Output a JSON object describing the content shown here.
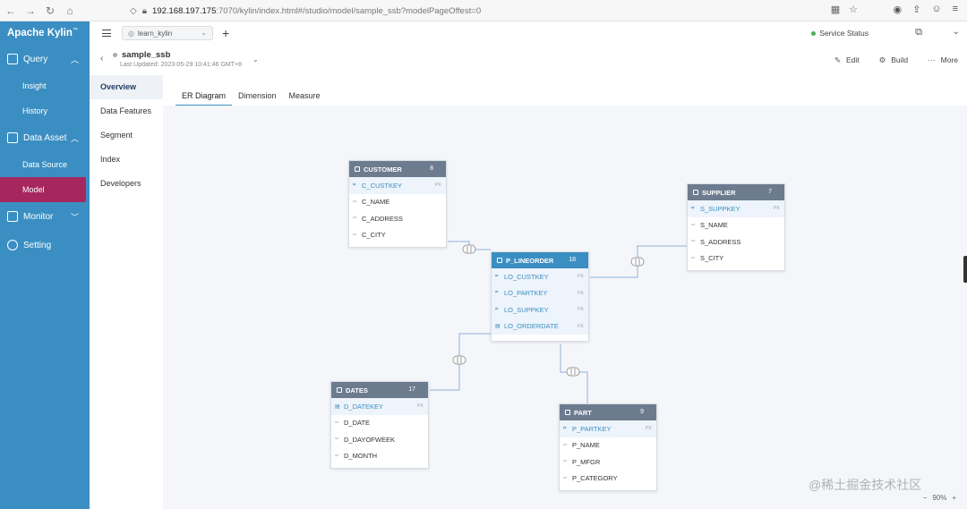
{
  "browser": {
    "url_host": "192.168.197.175",
    "url_path": ":7070/kylin/index.html#/studio/model/sample_ssb?modelPageOffest=0"
  },
  "sidebar": {
    "logo": "Apache Kylin",
    "logo_mark": "™",
    "groups": [
      {
        "label": "Query",
        "icon": "query-icon",
        "items": [
          "Insight",
          "History"
        ]
      },
      {
        "label": "Data Asset",
        "icon": "data-asset-icon",
        "items": [
          "Data Source",
          "Model"
        ]
      },
      {
        "label": "Monitor",
        "icon": "monitor-icon",
        "items": []
      },
      {
        "label": "Setting",
        "icon": "gear-icon",
        "items": []
      }
    ],
    "active_item": "Model"
  },
  "header": {
    "project": "learn_kylin",
    "service_status": "Service Status",
    "status_color": "#4cb050"
  },
  "model": {
    "name": "sample_ssb",
    "last_updated": "Last Updated: 2023-05-29 10:41:46 GMT+8",
    "actions": {
      "edit": "Edit",
      "build": "Build",
      "more": "More"
    }
  },
  "subnav": [
    "Overview",
    "Data Features",
    "Segment",
    "Index",
    "Developers"
  ],
  "tabs": [
    "ER Diagram",
    "Dimension",
    "Measure"
  ],
  "tables": {
    "customer": {
      "name": "CUSTOMER",
      "count": "8",
      "rows": [
        {
          "col": "C_CUSTKEY",
          "tag": "PK",
          "key": true
        },
        {
          "col": "C_NAME"
        },
        {
          "col": "C_ADDRESS"
        },
        {
          "col": "C_CITY"
        }
      ]
    },
    "supplier": {
      "name": "SUPPLIER",
      "count": "7",
      "rows": [
        {
          "col": "S_SUPPKEY",
          "tag": "PK",
          "key": true
        },
        {
          "col": "S_NAME"
        },
        {
          "col": "S_ADDRESS"
        },
        {
          "col": "S_CITY"
        }
      ]
    },
    "lineorder": {
      "name": "P_LINEORDER",
      "count": "18",
      "rows": [
        {
          "col": "LO_CUSTKEY",
          "tag": "FK",
          "key": true
        },
        {
          "col": "LO_PARTKEY",
          "tag": "FK",
          "key": true
        },
        {
          "col": "LO_SUPPKEY",
          "tag": "FK",
          "key": true
        },
        {
          "col": "LO_ORDERDATE",
          "tag": "FK",
          "key": true
        }
      ]
    },
    "dates": {
      "name": "DATES",
      "count": "17",
      "rows": [
        {
          "col": "D_DATEKEY",
          "tag": "PK",
          "key": true
        },
        {
          "col": "D_DATE"
        },
        {
          "col": "D_DAYOFWEEK"
        },
        {
          "col": "D_MONTH"
        }
      ]
    },
    "part": {
      "name": "PART",
      "count": "9",
      "rows": [
        {
          "col": "P_PARTKEY",
          "tag": "PK",
          "key": true
        },
        {
          "col": "P_NAME"
        },
        {
          "col": "P_MFGR"
        },
        {
          "col": "P_CATEGORY"
        }
      ]
    }
  },
  "zoom": "90%",
  "watermark": "@稀土掘金技术社区",
  "colors": {
    "sidebar": "#3b8ec2",
    "active": "#a5275d",
    "fact_header": "#3b8ec2",
    "dim_header": "#6d7b8f"
  }
}
